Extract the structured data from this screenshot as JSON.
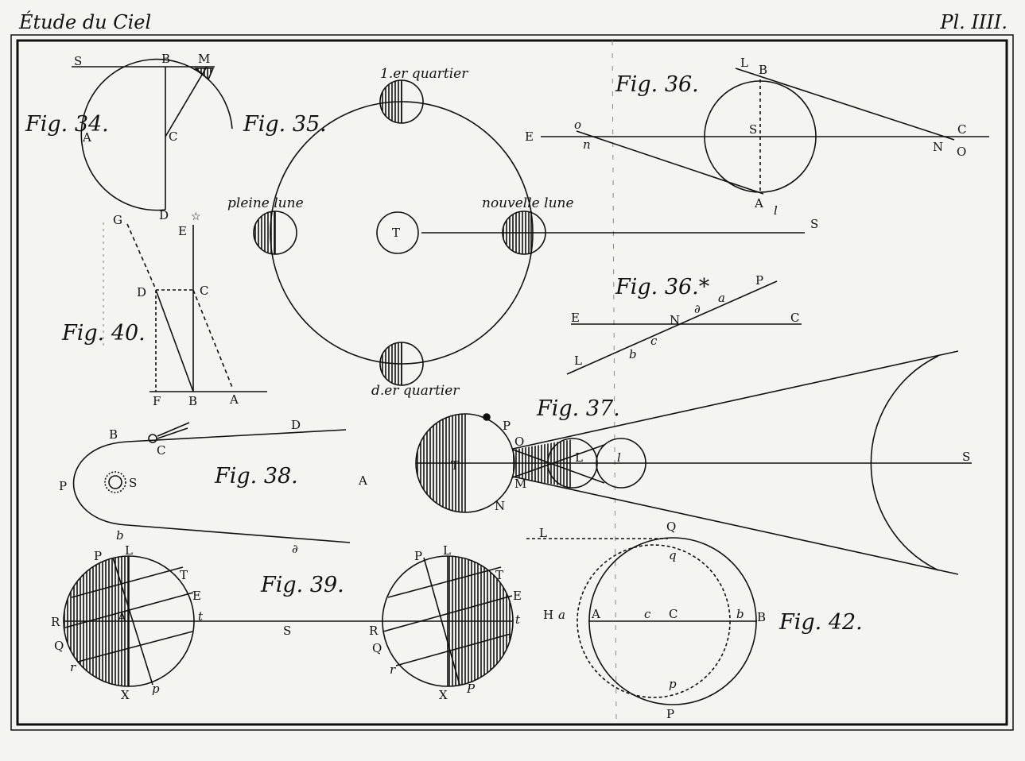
{
  "header": {
    "left": "Étude du Ciel",
    "right": "Pl. IIII."
  },
  "figures": {
    "f34": {
      "title": "Fig. 34.",
      "labels": [
        "S",
        "B",
        "M",
        "A",
        "C",
        "D"
      ]
    },
    "f35": {
      "title": "Fig. 35.",
      "first_quarter": "1.er quartier",
      "last_quarter": "d.er quartier",
      "full_moon": "pleine lune",
      "new_moon": "nouvelle lune",
      "labels": [
        "T",
        "S"
      ]
    },
    "f36": {
      "title": "Fig. 36.",
      "labels": [
        "L",
        "B",
        "E",
        "o",
        "n",
        "S",
        "N",
        "C",
        "O",
        "A",
        "l"
      ]
    },
    "f36s": {
      "title": "Fig. 36.*",
      "labels": [
        "P",
        "a",
        "∂",
        "E",
        "N",
        "C",
        "c",
        "b",
        "L"
      ]
    },
    "f37": {
      "title": "Fig. 37.",
      "labels": [
        "P",
        "O",
        "T",
        "M",
        "N",
        "L",
        "l",
        "S"
      ]
    },
    "f38": {
      "title": "Fig. 38.",
      "labels": [
        "B",
        "C",
        "D",
        "P",
        "S",
        "A",
        "b",
        "∂"
      ]
    },
    "f39": {
      "title": "Fig. 39.",
      "left_labels": [
        "P",
        "L",
        "T",
        "E",
        "R",
        "A",
        "t",
        "Q",
        "r",
        "X",
        "p"
      ],
      "middle": "S",
      "right_labels": [
        "P",
        "L",
        "T",
        "E",
        "R",
        "Q",
        "r",
        "X",
        "P",
        "t"
      ]
    },
    "f40": {
      "title": "Fig. 40.",
      "labels": [
        "G",
        "E",
        "D",
        "C",
        "F",
        "B",
        "A"
      ]
    },
    "f42": {
      "title": "Fig. 42.",
      "labels": [
        "L",
        "Q",
        "q",
        "H",
        "a",
        "A",
        "c",
        "C",
        "b",
        "B",
        "p",
        "P"
      ]
    }
  }
}
